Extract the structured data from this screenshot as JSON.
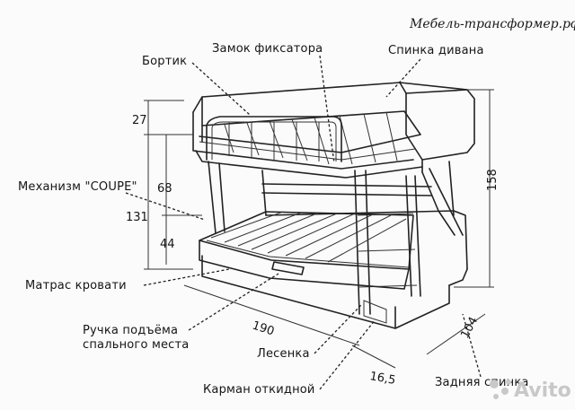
{
  "brand": {
    "site": "Мебель-трансформер.рф"
  },
  "watermark": {
    "text": "Avito"
  },
  "labels": {
    "bortik": "Бортик",
    "zamok": "Замок фиксатора",
    "spinka_divana": "Спинка дивана",
    "mechanism": "Механизм \"COUPE\"",
    "matras": "Матрас кровати",
    "ruchka_line1": "Ручка подъёма",
    "ruchka_line2": "спального места",
    "lesenka": "Лесенка",
    "karman": "Карман откидной",
    "zadnyaya_spinka": "Задняя спинка"
  },
  "dimensions": {
    "d27": "27",
    "d68": "68",
    "d131": "131",
    "d44": "44",
    "d158": "158",
    "d190": "190",
    "d104": "104",
    "d16_5": "16,5"
  },
  "colors": {
    "line": "#222222",
    "background": "#fbfbfb",
    "watermark": "#c8c8c8"
  }
}
